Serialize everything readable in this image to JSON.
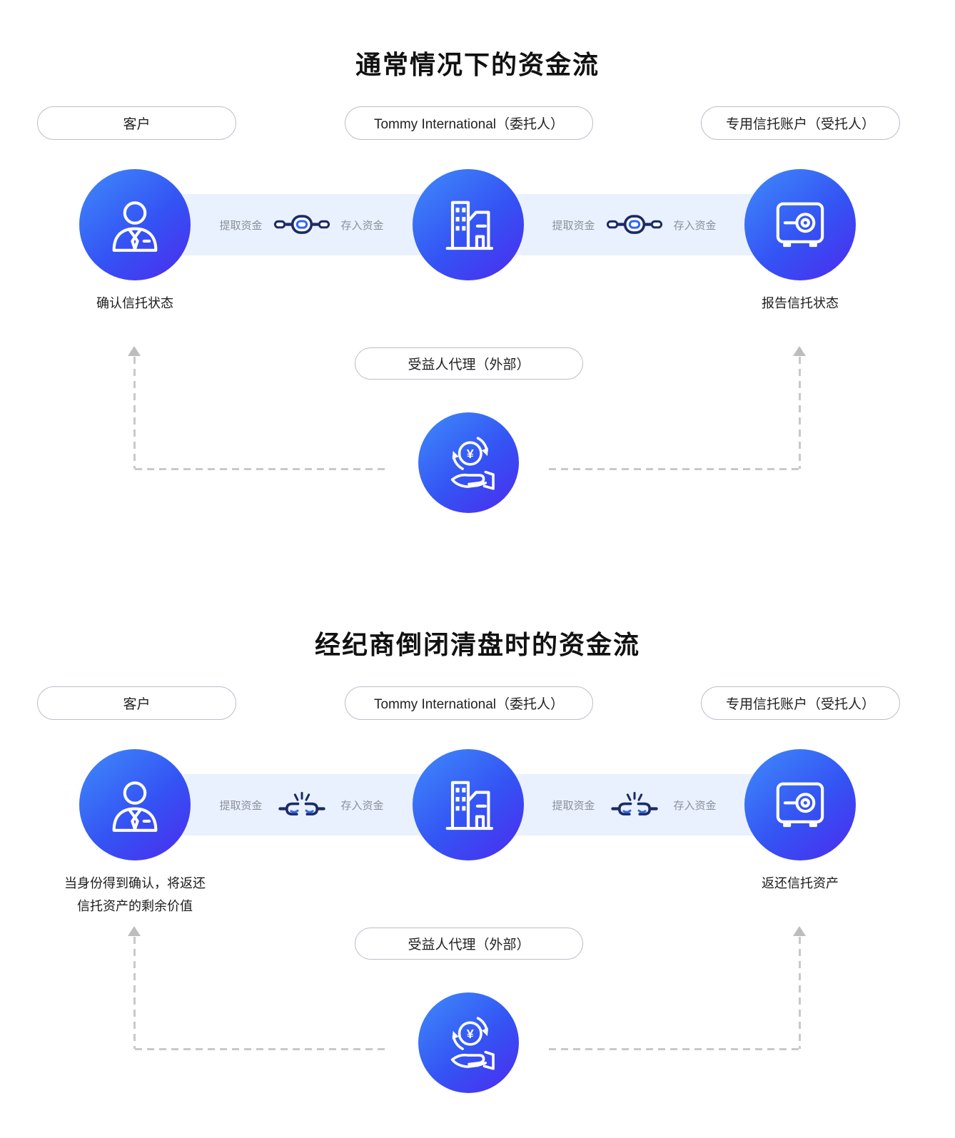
{
  "page": {
    "background": "#ffffff"
  },
  "colors": {
    "node_gradient_start": "#3f8bfa",
    "node_gradient_end": "#4d2bee",
    "chain_navy": "#1c2b66",
    "chain_blue": "#2f66f5",
    "dash_gray": "#c9c9c9",
    "pill_border": "#b9bfc9",
    "band_blue": "#e9f1fe",
    "flow_label_gray": "#8b9099"
  },
  "icons": {
    "customer": "person-icon",
    "trustor": "building-icon",
    "trustee": "safe-icon",
    "agent": "yen-hand-icon",
    "chain_linked": "chain-link-icon",
    "chain_broken": "chain-broken-icon",
    "arrow": "arrow-up-icon",
    "yen_symbol": "¥"
  },
  "sections": [
    {
      "title": "通常情况下的资金流",
      "pills": {
        "customer": "客户",
        "trustor": "Tommy International（委托人）",
        "trustee": "专用信托账户（受托人）"
      },
      "flow_labels": {
        "withdraw": "提取资金",
        "deposit": "存入资金"
      },
      "chain_state": "linked",
      "captions": {
        "customer_line1": "确认信托状态",
        "customer_line2": "",
        "trustee": "报告信托状态"
      },
      "agent_pill": "受益人代理（外部）"
    },
    {
      "title": "经纪商倒闭清盘时的资金流",
      "pills": {
        "customer": "客户",
        "trustor": "Tommy International（委托人）",
        "trustee": "专用信托账户（受托人）"
      },
      "flow_labels": {
        "withdraw": "提取资金",
        "deposit": "存入资金"
      },
      "chain_state": "broken",
      "captions": {
        "customer_line1": "当身份得到确认，将返还",
        "customer_line2": "信托资产的剩余价值",
        "trustee": "返还信托资产"
      },
      "agent_pill": "受益人代理（外部）"
    }
  ]
}
